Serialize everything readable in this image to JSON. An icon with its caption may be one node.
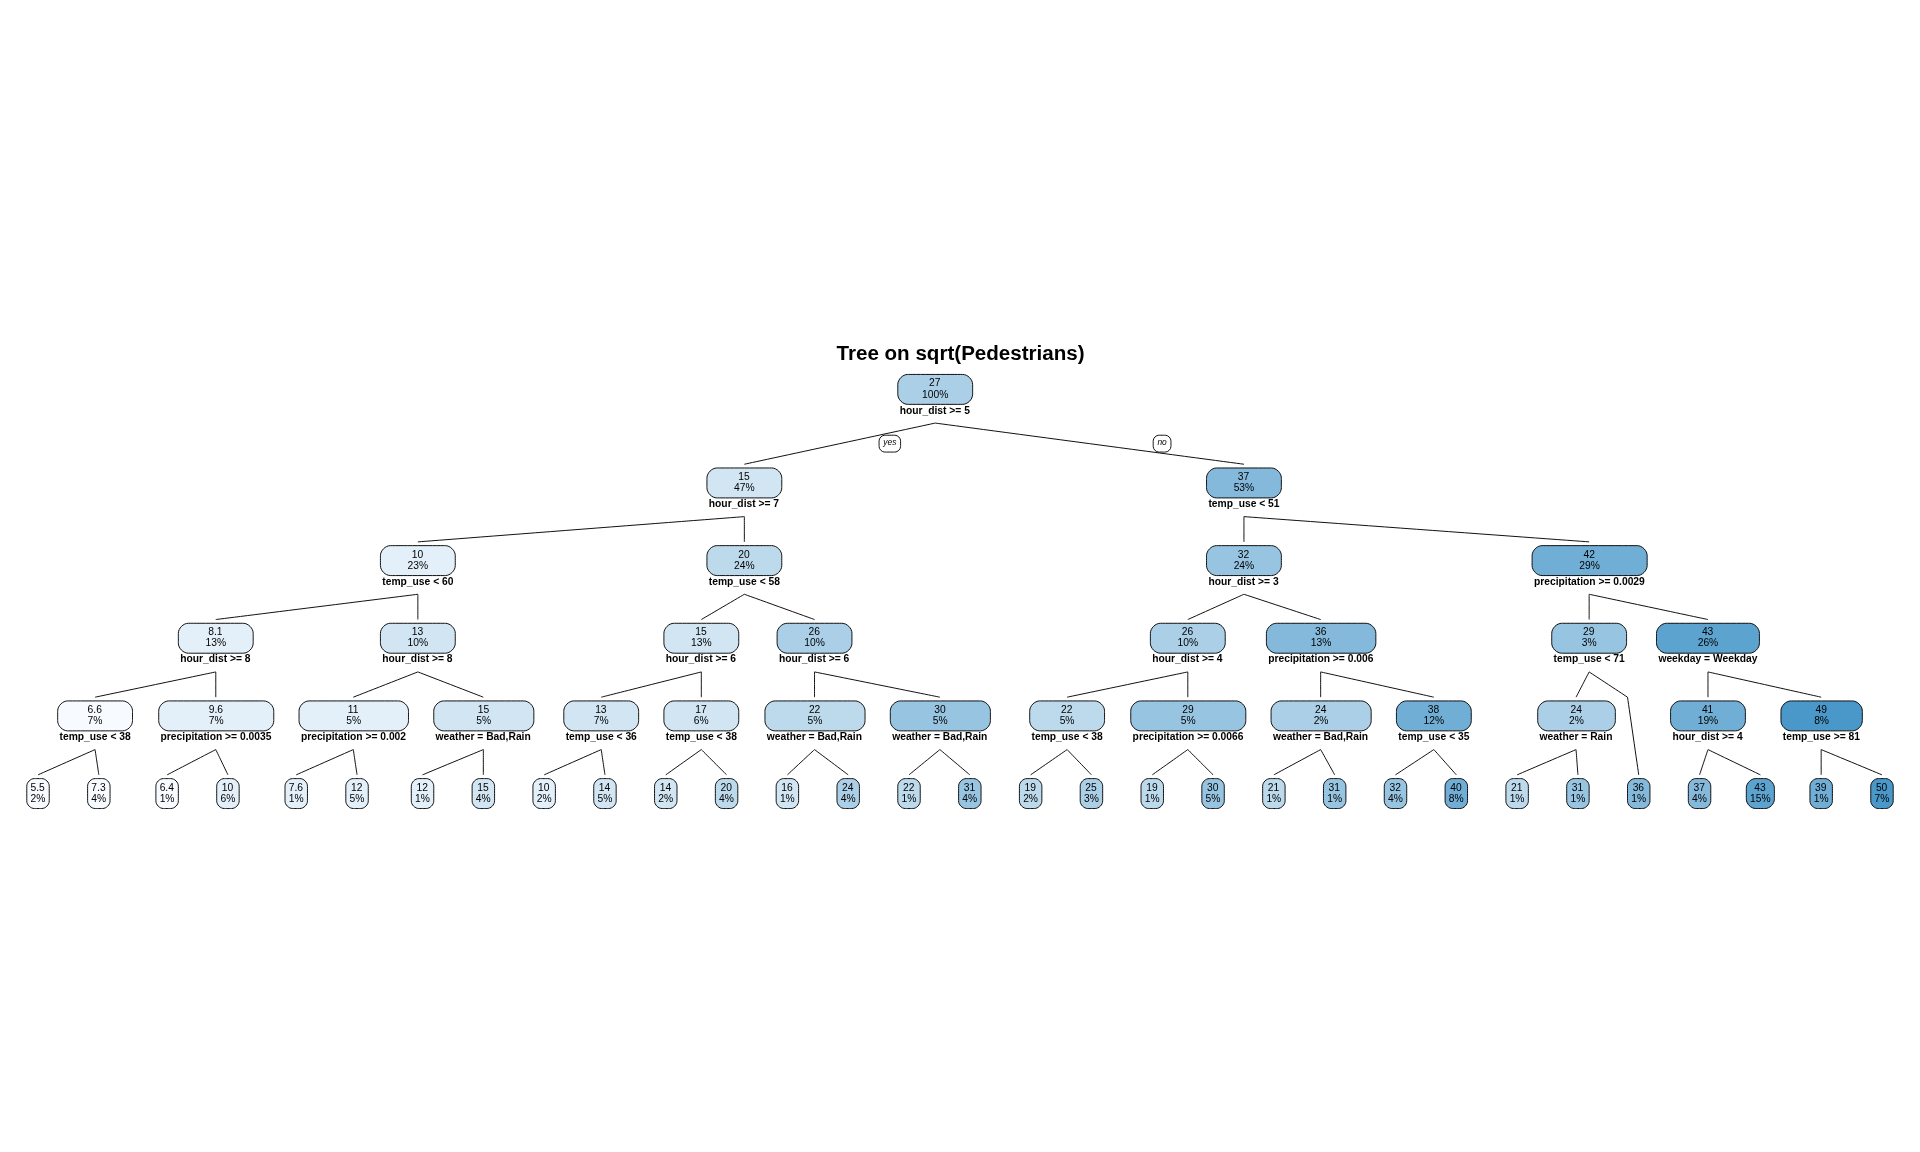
{
  "diagram": {
    "title": "Tree on sqrt(Pedestrians)",
    "nodes": [
      {
        "text": [
          "27",
          "100%"
        ],
        "beside": [
          "hour_dist >= 5"
        ]
      },
      {
        "text": [
          "15",
          "47%"
        ],
        "beside": [
          "hour_dist >= 7"
        ]
      },
      {
        "text": [
          "10",
          "23%"
        ],
        "beside": [
          "temp_use < 60"
        ]
      },
      {
        "text": [
          "8.1",
          "13%"
        ],
        "beside": [
          "hour_dist >= 8"
        ]
      },
      {
        "text": [
          "6.6",
          "7%"
        ],
        "beside": [
          "temp_use < 38"
        ]
      },
      {
        "text": [
          "5.5",
          "2%"
        ]
      },
      {
        "text": [
          "7.3",
          "4%"
        ]
      },
      {
        "text": [
          "9.6",
          "7%"
        ],
        "beside": [
          "precipitation >= 0.0035"
        ]
      },
      {
        "text": [
          "6.4",
          "1%"
        ]
      },
      {
        "text": [
          "10",
          "6%"
        ]
      },
      {
        "text": [
          "13",
          "10%"
        ],
        "beside": [
          "hour_dist >= 8"
        ]
      },
      {
        "text": [
          "11",
          "5%"
        ],
        "beside": [
          "precipitation >= 0.002"
        ]
      },
      {
        "text": [
          "7.6",
          "1%"
        ]
      },
      {
        "text": [
          "12",
          "5%"
        ]
      },
      {
        "text": [
          "15",
          "5%"
        ],
        "beside": [
          "weather = Bad,Rain"
        ]
      },
      {
        "text": [
          "12",
          "1%"
        ]
      },
      {
        "text": [
          "15",
          "4%"
        ]
      },
      {
        "text": [
          "20",
          "24%"
        ],
        "beside": [
          "temp_use < 58"
        ]
      },
      {
        "text": [
          "15",
          "13%"
        ],
        "beside": [
          "hour_dist >= 6"
        ]
      },
      {
        "text": [
          "13",
          "7%"
        ],
        "beside": [
          "temp_use < 36"
        ]
      },
      {
        "text": [
          "10",
          "2%"
        ]
      },
      {
        "text": [
          "14",
          "5%"
        ]
      },
      {
        "text": [
          "17",
          "6%"
        ],
        "beside": [
          "temp_use < 38"
        ]
      },
      {
        "text": [
          "14",
          "2%"
        ]
      },
      {
        "text": [
          "20",
          "4%"
        ]
      },
      {
        "text": [
          "26",
          "10%"
        ],
        "beside": [
          "hour_dist >= 6"
        ]
      },
      {
        "text": [
          "22",
          "5%"
        ],
        "beside": [
          "weather = Bad,Rain"
        ]
      },
      {
        "text": [
          "16",
          "1%"
        ]
      },
      {
        "text": [
          "24",
          "4%"
        ]
      },
      {
        "text": [
          "30",
          "5%"
        ],
        "beside": [
          "weather = Bad,Rain"
        ]
      },
      {
        "text": [
          "22",
          "1%"
        ]
      },
      {
        "text": [
          "31",
          "4%"
        ]
      },
      {
        "text": [
          "37",
          "53%"
        ],
        "beside": [
          "temp_use < 51"
        ]
      },
      {
        "text": [
          "32",
          "24%"
        ],
        "beside": [
          "hour_dist >= 3"
        ]
      },
      {
        "text": [
          "26",
          "10%"
        ],
        "beside": [
          "hour_dist >= 4"
        ]
      },
      {
        "text": [
          "22",
          "5%"
        ],
        "beside": [
          "temp_use < 38"
        ]
      },
      {
        "text": [
          "19",
          "2%"
        ]
      },
      {
        "text": [
          "25",
          "3%"
        ]
      },
      {
        "text": [
          "29",
          "5%"
        ],
        "beside": [
          "precipitation >= 0.0066"
        ]
      },
      {
        "text": [
          "19",
          "1%"
        ]
      },
      {
        "text": [
          "30",
          "5%"
        ]
      },
      {
        "text": [
          "36",
          "13%"
        ],
        "beside": [
          "precipitation >= 0.006"
        ]
      },
      {
        "text": [
          "24",
          "2%"
        ],
        "beside": [
          "weather = Bad,Rain"
        ]
      },
      {
        "text": [
          "21",
          "1%"
        ]
      },
      {
        "text": [
          "31",
          "1%"
        ]
      },
      {
        "text": [
          "38",
          "12%"
        ],
        "beside": [
          "temp_use < 35"
        ]
      },
      {
        "text": [
          "32",
          "4%"
        ]
      },
      {
        "text": [
          "40",
          "8%"
        ]
      },
      {
        "text": [
          "42",
          "29%"
        ],
        "beside": [
          "precipitation >= 0.0029"
        ]
      },
      {
        "text": [
          "29",
          "3%"
        ],
        "beside": [
          "temp_use < 71"
        ]
      },
      {
        "text": [
          "24",
          "2%"
        ],
        "beside": [
          "weather = Rain"
        ]
      },
      {
        "text": [
          "21",
          "1%"
        ]
      },
      {
        "text": [
          "31",
          "1%"
        ]
      },
      {
        "text": [
          "36",
          "1%"
        ]
      },
      {
        "text": [
          "43",
          "26%"
        ],
        "beside": [
          "weekday = Weekday"
        ]
      },
      {
        "text": [
          "41",
          "19%"
        ],
        "beside": [
          "hour_dist >= 4"
        ]
      },
      {
        "text": [
          "37",
          "4%"
        ]
      },
      {
        "text": [
          "43",
          "15%"
        ]
      },
      {
        "text": [
          "49",
          "8%"
        ],
        "beside": [
          "temp_use >= 81"
        ]
      },
      {
        "text": [
          "39",
          "1%"
        ]
      },
      {
        "text": [
          "50",
          "7%"
        ]
      }
    ],
    "edges": [
      {
        "from": 0,
        "to": 1,
        "arrow": "none",
        "label": "yes"
      },
      {
        "from": 1,
        "to": 2,
        "arrow": "none"
      },
      {
        "from": 2,
        "to": 3,
        "arrow": "none"
      },
      {
        "from": 3,
        "to": 4,
        "arrow": "none"
      },
      {
        "from": 4,
        "to": 5,
        "arrow": "none"
      },
      {
        "from": 4,
        "to": 6,
        "arrow": "none"
      },
      {
        "from": 3,
        "to": 7,
        "arrow": "none"
      },
      {
        "from": 7,
        "to": 8,
        "arrow": "none"
      },
      {
        "from": 7,
        "to": 9,
        "arrow": "none"
      },
      {
        "from": 2,
        "to": 10,
        "arrow": "none"
      },
      {
        "from": 10,
        "to": 11,
        "arrow": "none"
      },
      {
        "from": 11,
        "to": 12,
        "arrow": "none"
      },
      {
        "from": 11,
        "to": 13,
        "arrow": "none"
      },
      {
        "from": 10,
        "to": 14,
        "arrow": "none"
      },
      {
        "from": 14,
        "to": 15,
        "arrow": "none"
      },
      {
        "from": 14,
        "to": 16,
        "arrow": "none"
      },
      {
        "from": 1,
        "to": 17,
        "arrow": "none"
      },
      {
        "from": 17,
        "to": 18,
        "arrow": "none"
      },
      {
        "from": 18,
        "to": 19,
        "arrow": "none"
      },
      {
        "from": 19,
        "to": 20,
        "arrow": "none"
      },
      {
        "from": 19,
        "to": 21,
        "arrow": "none"
      },
      {
        "from": 18,
        "to": 22,
        "arrow": "none"
      },
      {
        "from": 22,
        "to": 23,
        "arrow": "none"
      },
      {
        "from": 22,
        "to": 24,
        "arrow": "none"
      },
      {
        "from": 17,
        "to": 25,
        "arrow": "none"
      },
      {
        "from": 25,
        "to": 26,
        "arrow": "none"
      },
      {
        "from": 26,
        "to": 27,
        "arrow": "none"
      },
      {
        "from": 26,
        "to": 28,
        "arrow": "none"
      },
      {
        "from": 25,
        "to": 29,
        "arrow": "none"
      },
      {
        "from": 29,
        "to": 30,
        "arrow": "none"
      },
      {
        "from": 29,
        "to": 31,
        "arrow": "none"
      },
      {
        "from": 0,
        "to": 32,
        "arrow": "none",
        "label": "no"
      },
      {
        "from": 32,
        "to": 33,
        "arrow": "none"
      },
      {
        "from": 33,
        "to": 34,
        "arrow": "none"
      },
      {
        "from": 34,
        "to": 35,
        "arrow": "none"
      },
      {
        "from": 35,
        "to": 36,
        "arrow": "none"
      },
      {
        "from": 35,
        "to": 37,
        "arrow": "none"
      },
      {
        "from": 34,
        "to": 38,
        "arrow": "none"
      },
      {
        "from": 38,
        "to": 39,
        "arrow": "none"
      },
      {
        "from": 38,
        "to": 40,
        "arrow": "none"
      },
      {
        "from": 33,
        "to": 41,
        "arrow": "none"
      },
      {
        "from": 41,
        "to": 42,
        "arrow": "none"
      },
      {
        "from": 42,
        "to": 43,
        "arrow": "none"
      },
      {
        "from": 42,
        "to": 44,
        "arrow": "none"
      },
      {
        "from": 41,
        "to": 45,
        "arrow": "none"
      },
      {
        "from": 45,
        "to": 46,
        "arrow": "none"
      },
      {
        "from": 45,
        "to": 47,
        "arrow": "none"
      },
      {
        "from": 32,
        "to": 48,
        "arrow": "none"
      },
      {
        "from": 48,
        "to": 49,
        "arrow": "none"
      },
      {
        "from": 49,
        "to": 50,
        "arrow": "none"
      },
      {
        "from": 50,
        "to": 51,
        "arrow": "none"
      },
      {
        "from": 50,
        "to": 52,
        "arrow": "none"
      },
      {
        "from": 49,
        "to": 53,
        "arrow": "none"
      },
      {
        "from": 48,
        "to": 54,
        "arrow": "none"
      },
      {
        "from": 54,
        "to": 55,
        "arrow": "none"
      },
      {
        "from": 55,
        "to": 56,
        "arrow": "none"
      },
      {
        "from": 55,
        "to": 57,
        "arrow": "none"
      },
      {
        "from": 54,
        "to": 58,
        "arrow": "none"
      },
      {
        "from": 58,
        "to": 59,
        "arrow": "none"
      },
      {
        "from": 58,
        "to": 60,
        "arrow": "none"
      }
    ]
  }
}
